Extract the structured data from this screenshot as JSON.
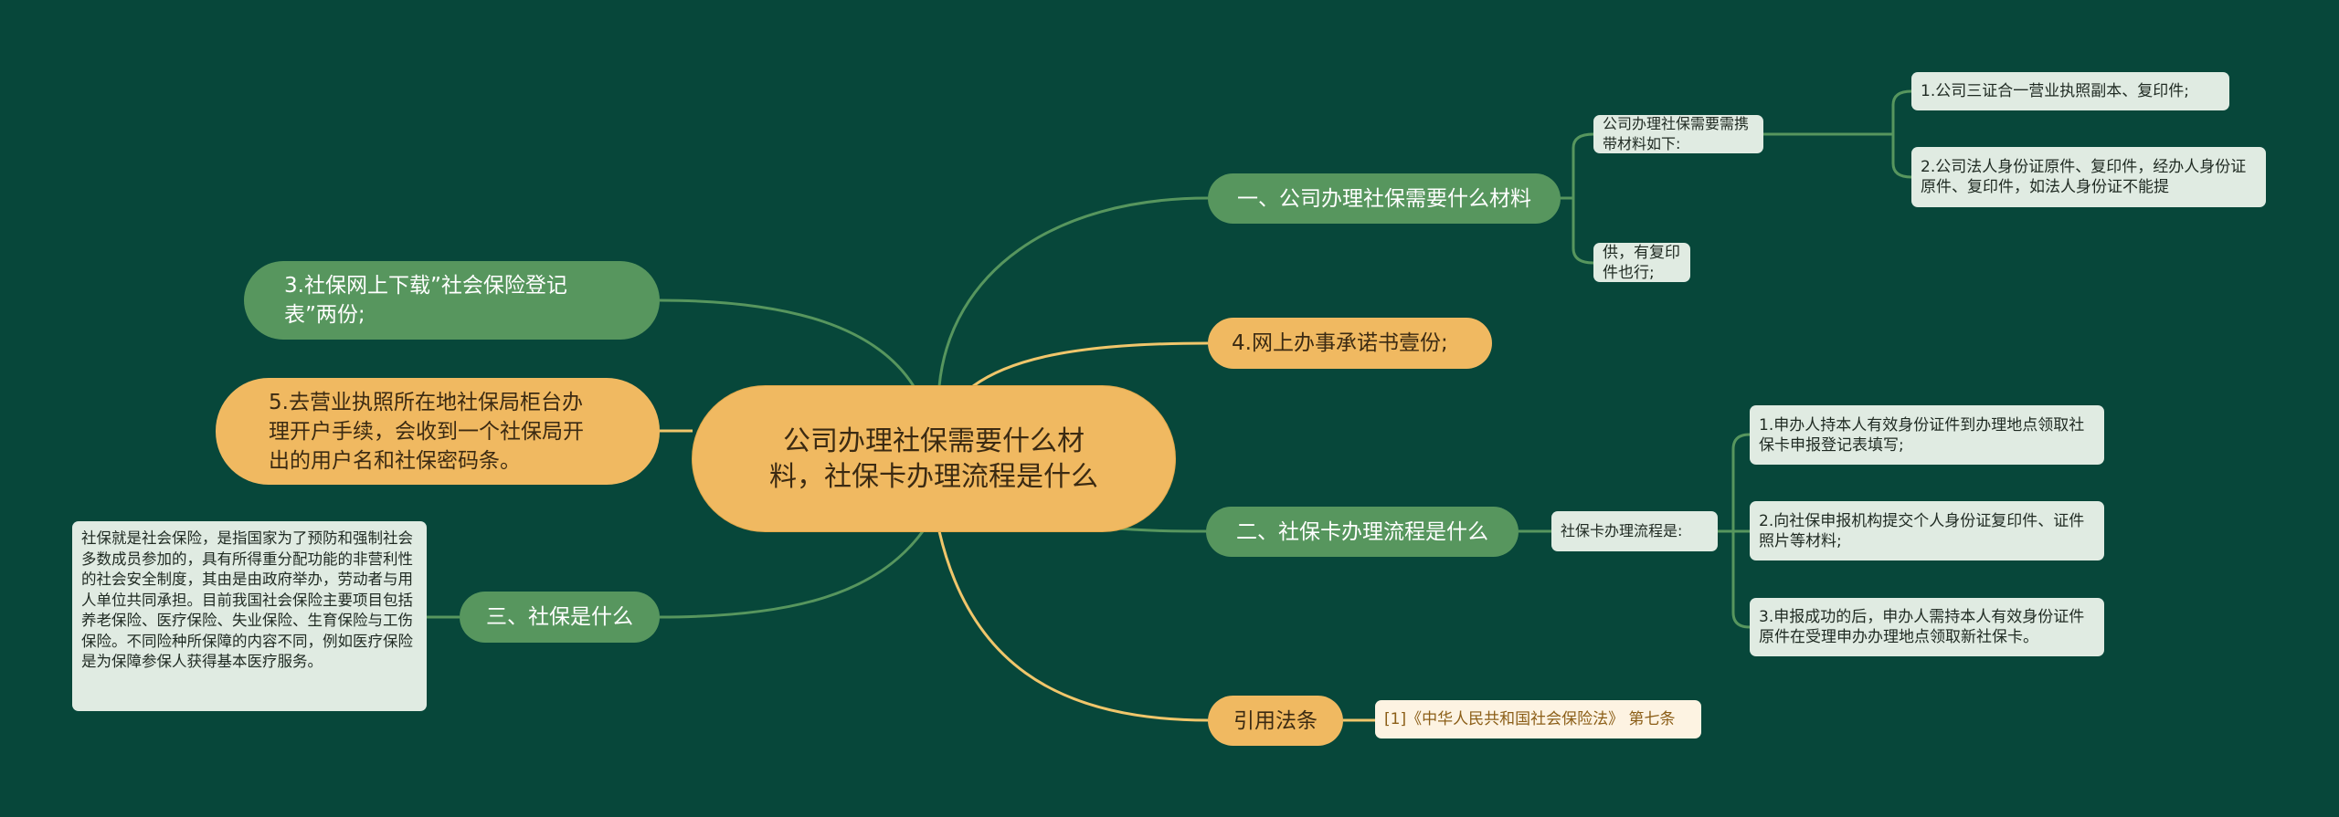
{
  "colors": {
    "background": "#07473a",
    "root_fill": "#f0b961",
    "green_node": "#57965e",
    "leaf_fill": "#e0ebe2",
    "cite_fill": "#fdf3e2",
    "green_line": "#57965e",
    "yellow_line": "#f0c66b"
  },
  "root": {
    "label": "公司办理社保需要什么材料，社保卡办理流程是什么"
  },
  "right": {
    "branch1": {
      "label": "一、公司办理社保需要什么材料",
      "child1": {
        "label": "公司办理社保需要需携带材料如下:",
        "items": [
          "1.公司三证合一营业执照副本、复印件;",
          "2.公司法人身份证原件、复印件，经办人身份证原件、复印件，如法人身份证不能提"
        ]
      },
      "child2": {
        "label": "供，有复印件也行;"
      }
    },
    "branch2": {
      "label": "4.网上办事承诺书壹份;"
    },
    "branch3": {
      "label": "二、社保卡办理流程是什么",
      "child": {
        "label": "社保卡办理流程是:",
        "items": [
          "1.申办人持本人有效身份证件到办理地点领取社保卡申报登记表填写;",
          "2.向社保申报机构提交个人身份证复印件、证件照片等材料;",
          "3.申报成功的后，申办人需持本人有效身份证件原件在受理申办办理地点领取新社保卡。"
        ]
      }
    },
    "branch4": {
      "label": "引用法条",
      "child": {
        "label": "[1]《中华人民共和国社会保险法》 第七条"
      }
    }
  },
  "left": {
    "branch1": {
      "label": "3.社保网上下载”社会保险登记表”两份;"
    },
    "branch2": {
      "label": "5.去营业执照所在地社保局柜台办理开户手续，会收到一个社保局开出的用户名和社保密码条。"
    },
    "branch3": {
      "label": "三、社保是什么",
      "child": {
        "label": "社保就是社会保险，是指国家为了预防和强制社会多数成员参加的，具有所得重分配功能的非营利性的社会安全制度，其由是由政府举办，劳动者与用人单位共同承担。目前我国社会保险主要项目包括养老保险、医疗保险、失业保险、生育保险与工伤保险。不同险种所保障的内容不同，例如医疗保险是为保障参保人获得基本医疗服务。"
      }
    }
  }
}
